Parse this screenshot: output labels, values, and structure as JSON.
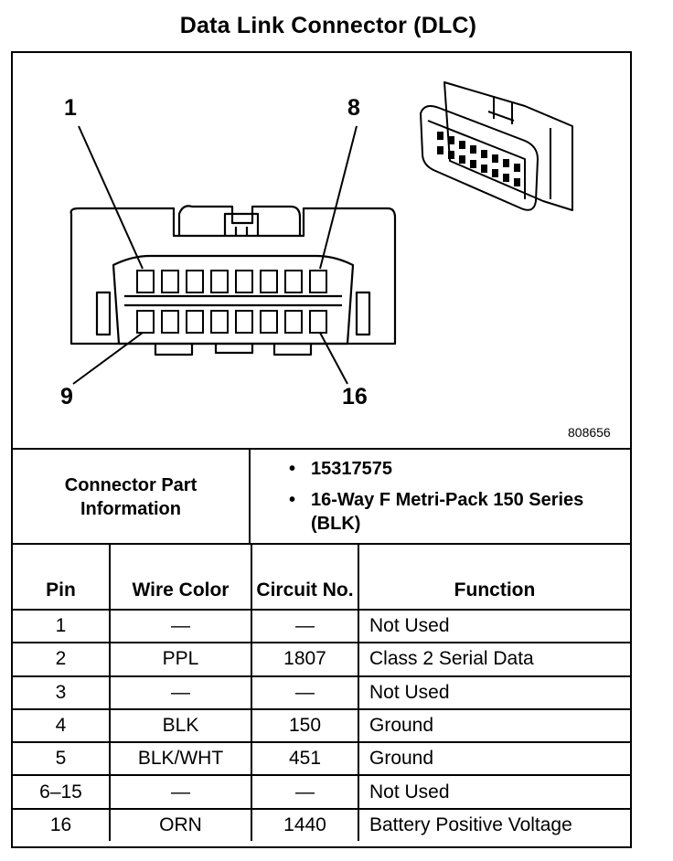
{
  "title": "Data Link Connector (DLC)",
  "diagram": {
    "pin_callouts": [
      "1",
      "8",
      "9",
      "16"
    ],
    "drawing_id": "808656"
  },
  "connector_part_information": {
    "label": "Connector Part Information",
    "items": [
      "15317575",
      "16-Way F Metri-Pack 150 Series (BLK)"
    ]
  },
  "table": {
    "headers": [
      "Pin",
      "Wire Color",
      "Circuit No.",
      "Function"
    ],
    "rows": [
      {
        "pin": "1",
        "wire_color": "—",
        "circuit": "—",
        "function": "Not Used"
      },
      {
        "pin": "2",
        "wire_color": "PPL",
        "circuit": "1807",
        "function": "Class 2 Serial Data"
      },
      {
        "pin": "3",
        "wire_color": "—",
        "circuit": "—",
        "function": "Not Used"
      },
      {
        "pin": "4",
        "wire_color": "BLK",
        "circuit": "150",
        "function": "Ground"
      },
      {
        "pin": "5",
        "wire_color": "BLK/WHT",
        "circuit": "451",
        "function": "Ground"
      },
      {
        "pin": "6–15",
        "wire_color": "—",
        "circuit": "—",
        "function": "Not Used"
      },
      {
        "pin": "16",
        "wire_color": "ORN",
        "circuit": "1440",
        "function": "Battery Positive Voltage"
      }
    ]
  }
}
